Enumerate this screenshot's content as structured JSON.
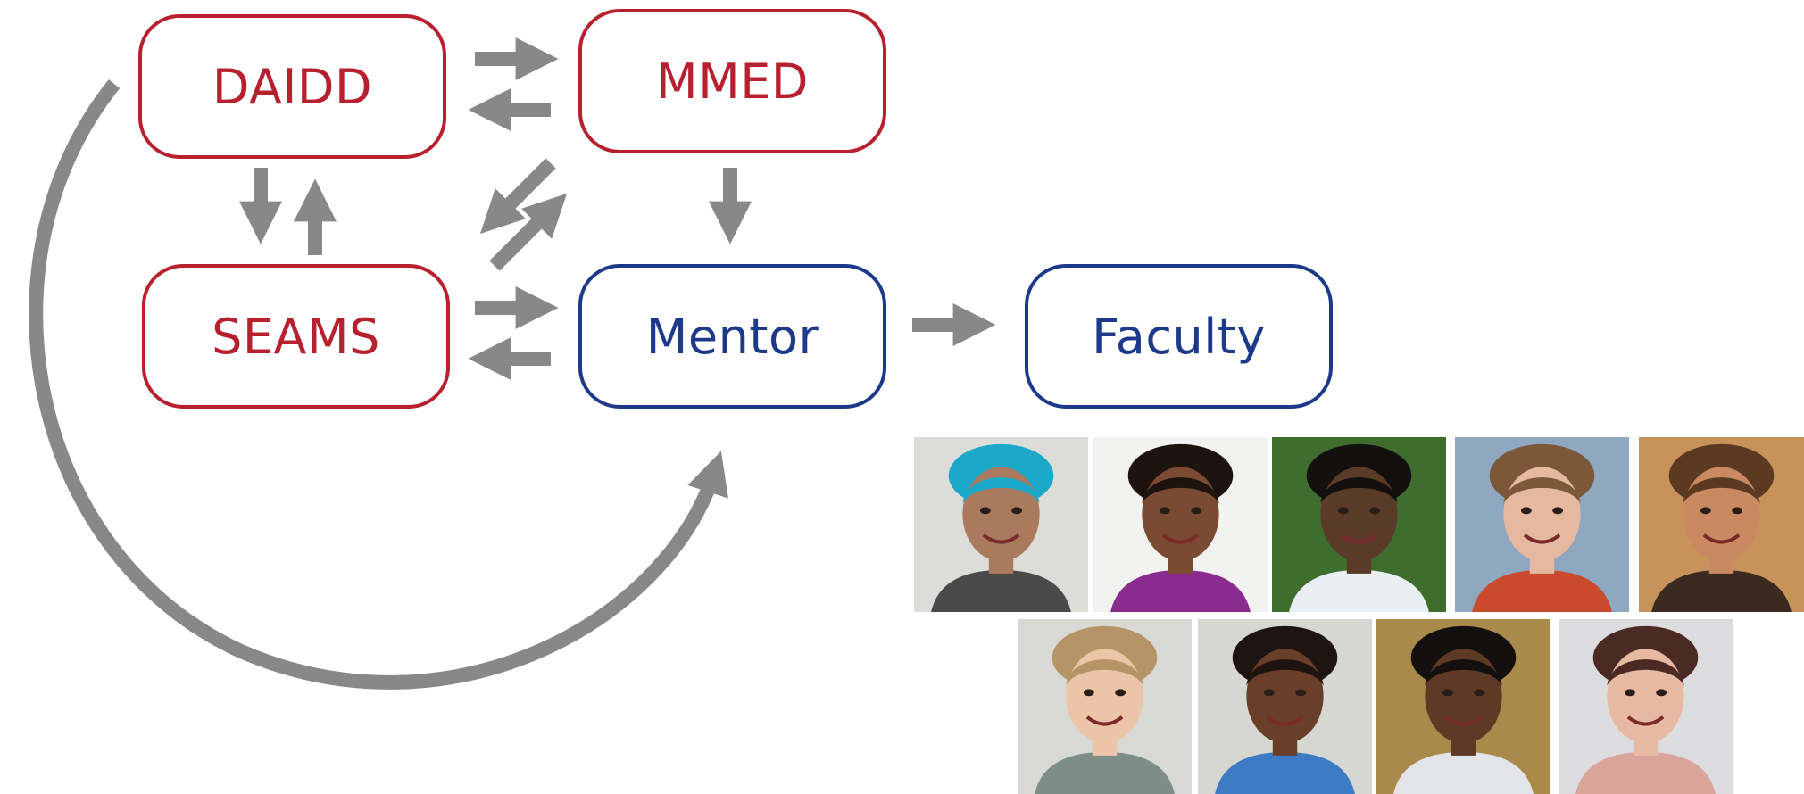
{
  "nodes": {
    "daidd": {
      "label": "DAIDD"
    },
    "mmed": {
      "label": "MMED"
    },
    "seams": {
      "label": "SEAMS"
    },
    "mentor": {
      "label": "Mentor"
    },
    "faculty": {
      "label": "Faculty"
    }
  },
  "colors": {
    "program_border": "#b8202f",
    "role_border": "#1d3a8a",
    "arrow": "#888888"
  },
  "arrows": [
    {
      "from": "daidd",
      "to": "mmed"
    },
    {
      "from": "mmed",
      "to": "daidd"
    },
    {
      "from": "daidd",
      "to": "seams"
    },
    {
      "from": "seams",
      "to": "daidd"
    },
    {
      "from": "mmed",
      "to": "seams"
    },
    {
      "from": "seams",
      "to": "mmed"
    },
    {
      "from": "mmed",
      "to": "mentor"
    },
    {
      "from": "seams",
      "to": "mentor"
    },
    {
      "from": "mentor",
      "to": "seams"
    },
    {
      "from": "mentor",
      "to": "faculty"
    },
    {
      "from": "daidd",
      "to": "mentor"
    }
  ],
  "portraits": [
    {
      "name": "portrait-woman-turquoise-headscarf",
      "skin": "#a97a5e",
      "hair": "#1ca9c9",
      "bg": "#dcdcd8",
      "shirt": "#4a4a4a"
    },
    {
      "name": "portrait-woman-short-dark-hair",
      "skin": "#7a4b32",
      "hair": "#1e140f",
      "bg": "#f2f2f0",
      "shirt": "#8a2c8f"
    },
    {
      "name": "portrait-man-greenery-background",
      "skin": "#5a3a28",
      "hair": "#151010",
      "bg": "#3f6d2e",
      "shirt": "#e8eef2"
    },
    {
      "name": "portrait-woman-long-brown-hair",
      "skin": "#e6b89f",
      "hair": "#7a5838",
      "bg": "#8fa7c0",
      "shirt": "#c94a2c"
    },
    {
      "name": "portrait-woman-sunset-background",
      "skin": "#c98a62",
      "hair": "#5c3a22",
      "bg": "#c8935a",
      "shirt": "#3a2a20"
    },
    {
      "name": "portrait-woman-blonde-hair",
      "skin": "#ecc4a8",
      "hair": "#b59468",
      "bg": "#d8d8d4",
      "shirt": "#7d8e88"
    },
    {
      "name": "portrait-woman-glasses-short-hair",
      "skin": "#6a3f2a",
      "hair": "#1e1410",
      "bg": "#d6d6d2",
      "shirt": "#3d7bc4"
    },
    {
      "name": "portrait-man-smiling-outdoors",
      "skin": "#5d3a26",
      "hair": "#141010",
      "bg": "#a98a4a",
      "shirt": "#e2e4ea"
    },
    {
      "name": "portrait-woman-glasses-dark-hair",
      "skin": "#e8b9a2",
      "hair": "#4a2a22",
      "bg": "#dcdcde",
      "shirt": "#d9a49a"
    }
  ]
}
